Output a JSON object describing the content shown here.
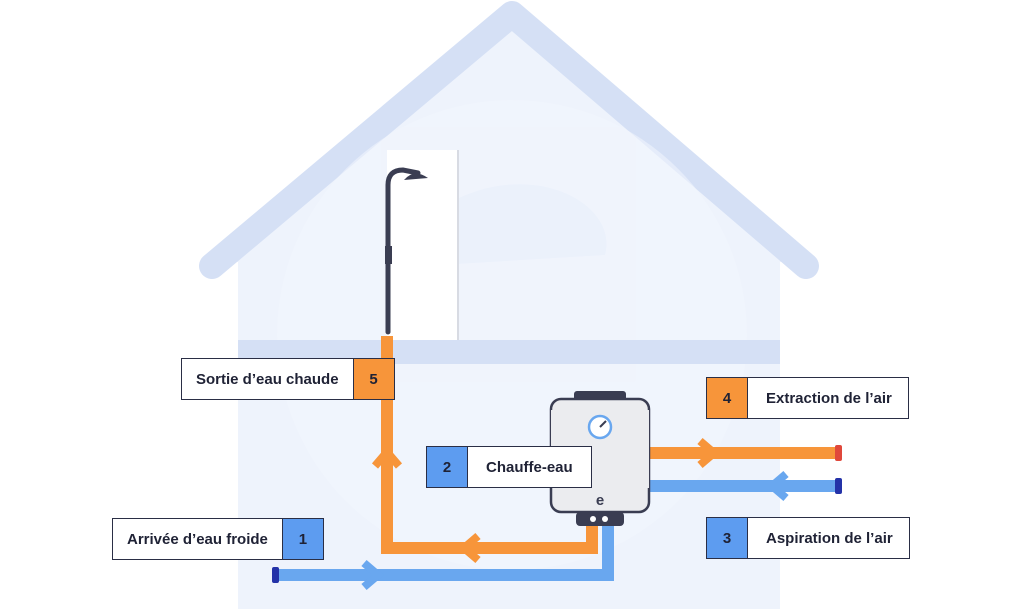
{
  "colors": {
    "hot": "#f7953a",
    "cold": "#69a7ef",
    "house_outline": "#d5e0f5",
    "house_fill": "#eef3fc",
    "heater_body": "#ebecef",
    "dark": "#3a3d52"
  },
  "icons": {
    "shower": "shower-icon",
    "gauge": "gauge-icon",
    "logo": "e-logo-icon"
  },
  "labels": {
    "hot_water_out": {
      "text": "Sortie d’eau chaude",
      "number": "5"
    },
    "water_heater": {
      "text": "Chauffe-eau",
      "number": "2"
    },
    "air_extraction": {
      "text": "Extraction de l’air",
      "number": "4"
    },
    "cold_water_in": {
      "text": "Arrivée d’eau froide",
      "number": "1"
    },
    "air_intake": {
      "text": "Aspiration de l’air",
      "number": "3"
    }
  },
  "heater": {
    "logo_letter": "e"
  }
}
